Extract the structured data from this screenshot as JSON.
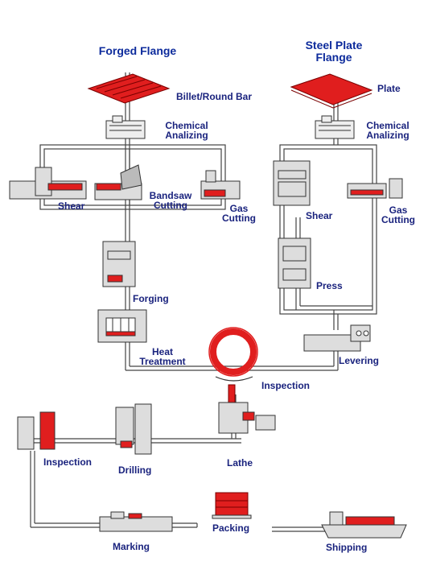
{
  "titles": {
    "forged": "Forged Flange",
    "plate_line1": "Steel Plate",
    "plate_line2": "Flange"
  },
  "labels": {
    "billet": "Billet/Round Bar",
    "plate": "Plate",
    "chem1_line1": "Chemical",
    "chem1_line2": "Analizing",
    "chem2_line1": "Chemical",
    "chem2_line2": "Analizing",
    "shear1": "Shear",
    "bandsaw_line1": "Bandsaw",
    "bandsaw_line2": "Cutting",
    "gas1_line1": "Gas",
    "gas1_line2": "Cutting",
    "shear2": "Shear",
    "gas2_line1": "Gas",
    "gas2_line2": "Cutting",
    "press": "Press",
    "forging": "Forging",
    "heat_line1": "Heat",
    "heat_line2": "Treatment",
    "levering": "Levering",
    "inspection_mid": "Inspection",
    "inspection_left": "Inspection",
    "drilling": "Drilling",
    "lathe": "Lathe",
    "packing": "Packing",
    "marking": "Marking",
    "shipping": "Shipping"
  },
  "colors": {
    "text": "#1a237e",
    "title": "#0d2b9c",
    "accent_red": "#e01e1e",
    "line": "#444444"
  }
}
